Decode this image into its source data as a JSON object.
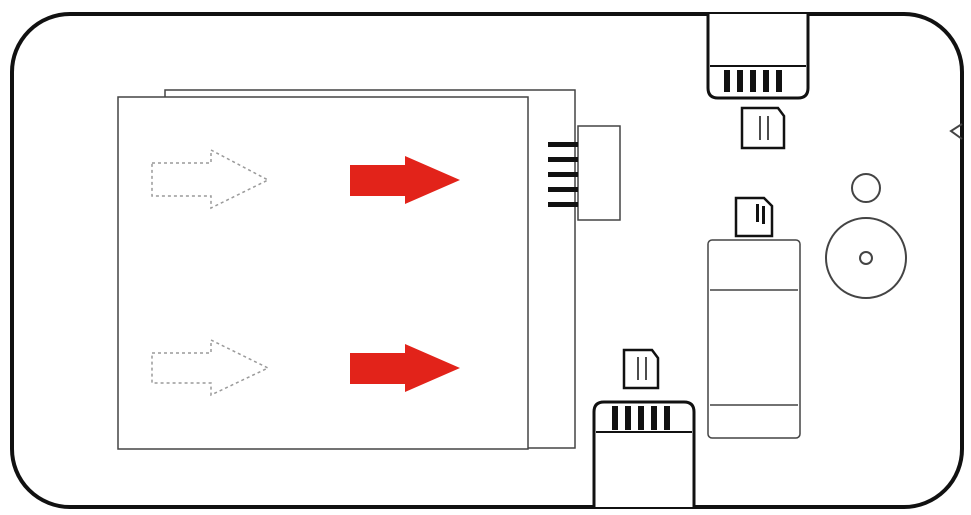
{
  "figure": {
    "subject": "phone-back-battery-and-card-slots",
    "colors": {
      "outline": "#111111",
      "thin_outline": "#444444",
      "dashed_arrow": "#9a9a9a",
      "solid_arrow": "#e2231a",
      "background": "#ffffff"
    },
    "battery": {
      "arrows": [
        {
          "style": "dashed",
          "role": "start-position"
        },
        {
          "style": "solid",
          "role": "slide-direction"
        },
        {
          "style": "dashed",
          "role": "start-position"
        },
        {
          "style": "solid",
          "role": "slide-direction"
        }
      ]
    },
    "slots": [
      {
        "name": "sim-slot-top",
        "type": "sim"
      },
      {
        "name": "sim-slot-bottom",
        "type": "sim"
      },
      {
        "name": "memory-card-slot",
        "type": "microsd"
      }
    ],
    "icons": [
      "sim-card-icon",
      "sim-card-icon",
      "memory-card-icon",
      "camera-icon",
      "flash-icon",
      "connector-icon"
    ]
  }
}
